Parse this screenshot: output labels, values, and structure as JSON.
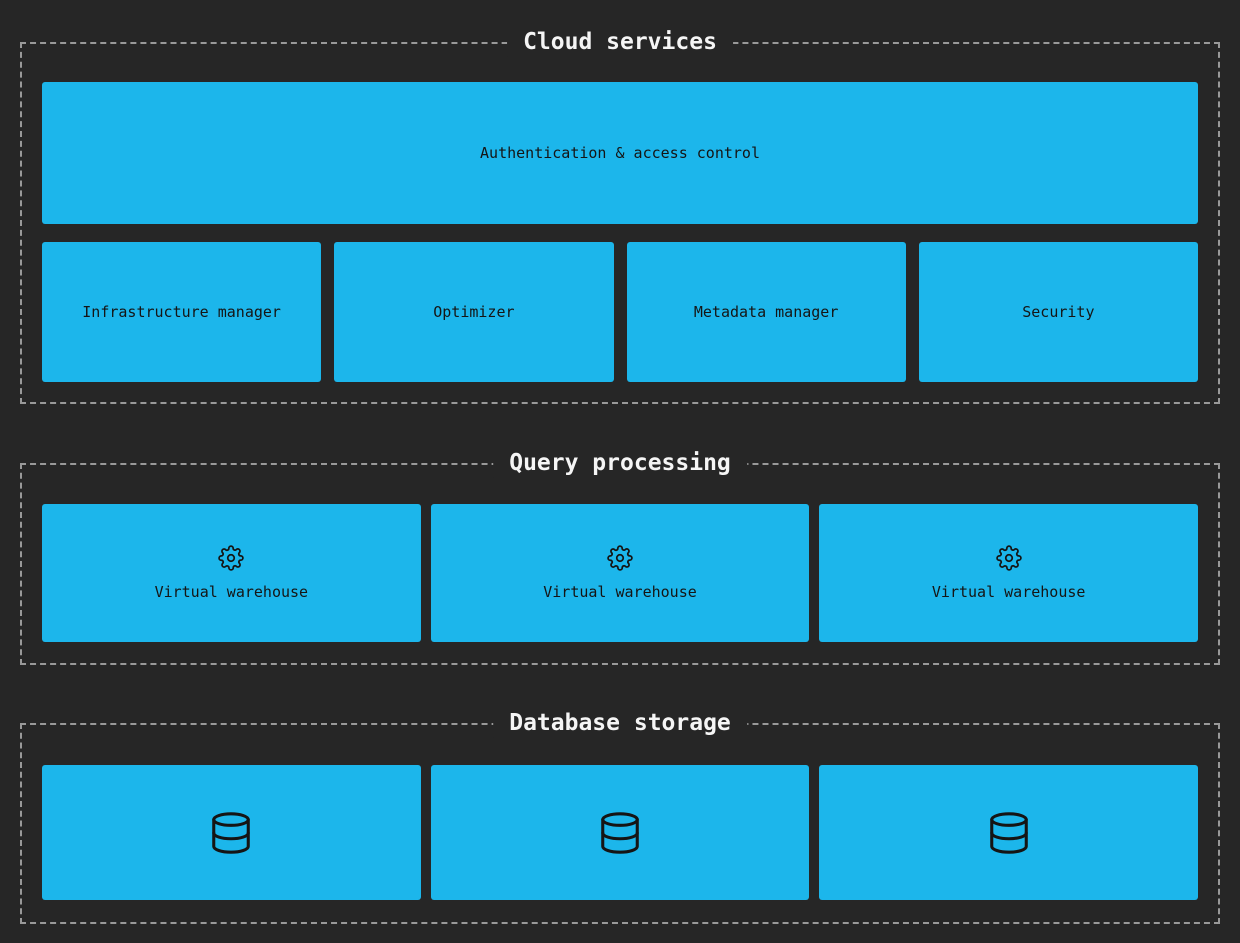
{
  "colors": {
    "bg": "#262626",
    "accent": "#1cb6eb",
    "border": "#999999",
    "title": "#f5f5f5",
    "box_text": "#151515"
  },
  "cloud_services": {
    "title": "Cloud services",
    "auth_label": "Authentication & access control",
    "services": [
      "Infrastructure manager",
      "Optimizer",
      "Metadata manager",
      "Security"
    ]
  },
  "query_processing": {
    "title": "Query processing",
    "icon": "gear-icon",
    "warehouses": [
      "Virtual warehouse",
      "Virtual warehouse",
      "Virtual warehouse"
    ]
  },
  "database_storage": {
    "title": "Database storage",
    "icon": "database-icon",
    "database_count": 3
  }
}
